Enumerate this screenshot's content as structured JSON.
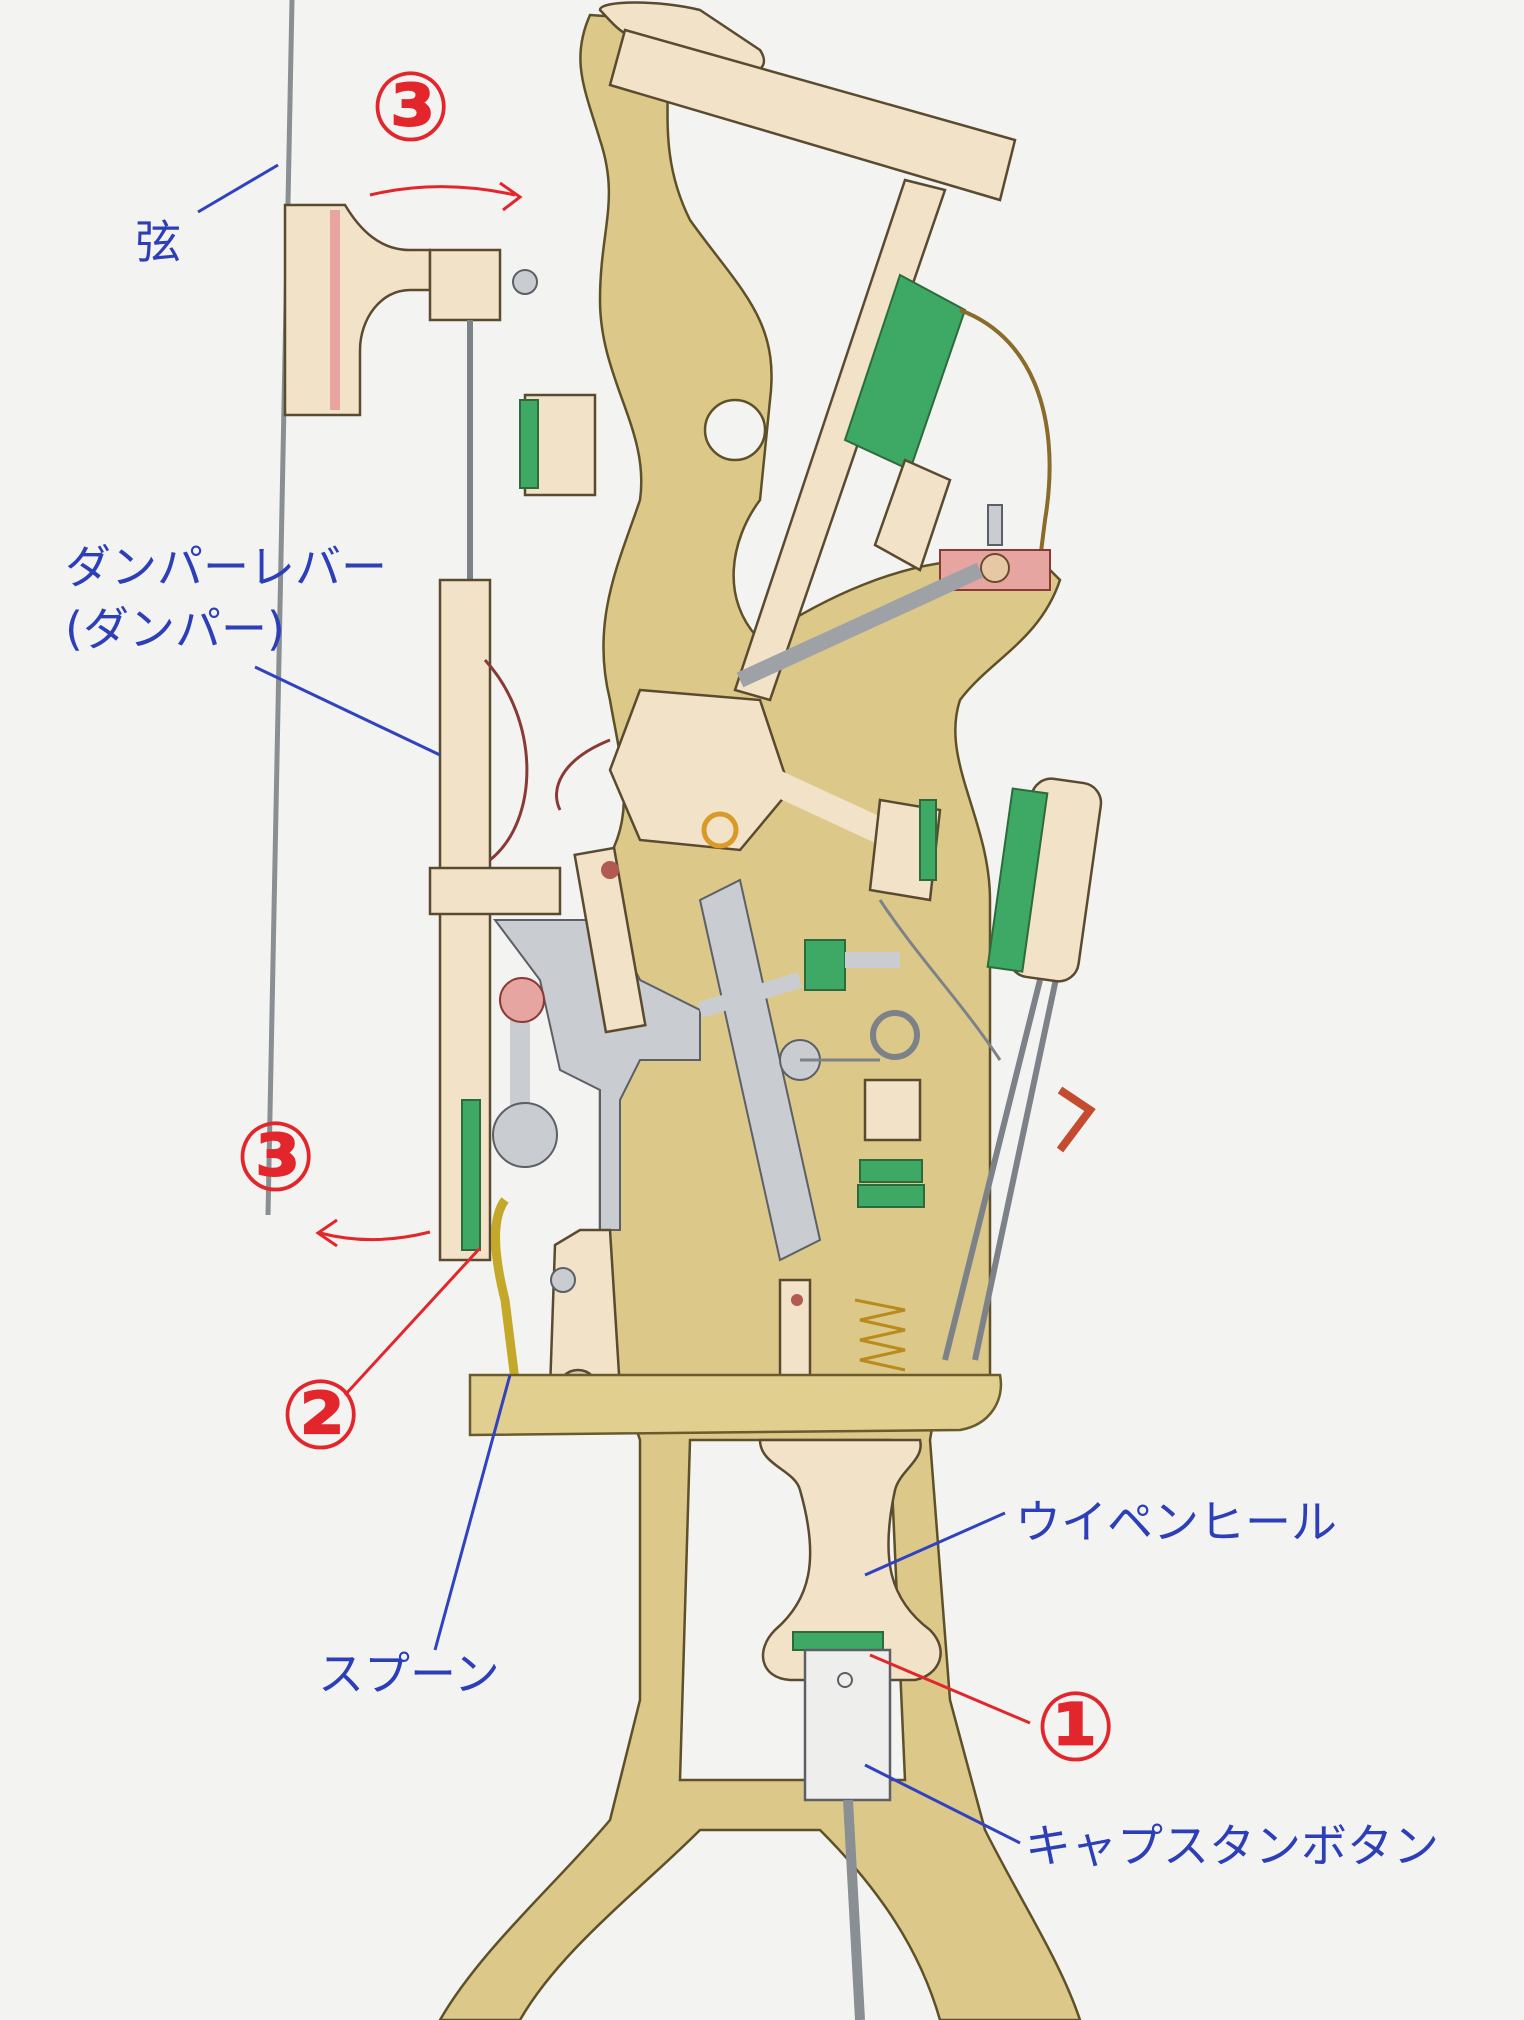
{
  "labels": {
    "string": "弦",
    "damper_lever_line1": "ダンパーレバー",
    "damper_lever_line2": "(ダンパー)",
    "spoon": "スプーン",
    "wippen_heel": "ウイペンヒール",
    "capstan_button": "キャプスタンボタン"
  },
  "steps": {
    "step1": "①",
    "step2": "②",
    "step3_top": "③",
    "step3_left": "③"
  },
  "colors": {
    "label_blue": "#2d3fb8",
    "step_red": "#e3262b",
    "wood": "#e0cf8e",
    "felt_green": "#3ea865",
    "felt_red": "#e6a5a0"
  }
}
